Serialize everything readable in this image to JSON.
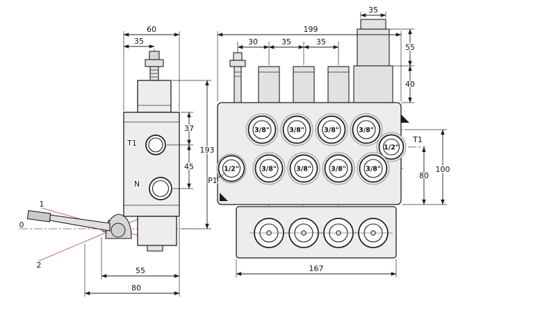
{
  "drawing": {
    "colors": {
      "line": "#1d1d1d",
      "centerline_red": "#b23a3a",
      "body_fill": "#ededed",
      "background": "#ffffff"
    },
    "left_view": {
      "dims": {
        "width": "60",
        "screw_offset": "35",
        "t1_offset": "37",
        "n_offset": "45",
        "height": "193",
        "lever_offset": "55",
        "lever_total": "80"
      },
      "port_labels": {
        "t1": "T1",
        "n": "N"
      },
      "lever": {
        "pos_up": "1",
        "pos_neutral": "0",
        "pos_down": "2"
      }
    },
    "right_view": {
      "dims": {
        "width": "199",
        "cap_width": "35",
        "spool_pitch_1": "30",
        "spool_pitch_2": "35",
        "spool_pitch_3": "35",
        "cap_height": "55",
        "cap_base_height": "40",
        "t1_height": "80",
        "body_height": "100",
        "base_width": "167"
      },
      "port_labels": {
        "p1": "P1",
        "t1": "T1"
      },
      "top_ports": [
        "3/8\"",
        "3/8\"",
        "3/8\"",
        "3/8\""
      ],
      "bottom_ports": [
        "1/2\"",
        "3/8\"",
        "3/8\"",
        "3/8\"",
        "3/8\""
      ],
      "t1_port": "1/2\""
    }
  }
}
